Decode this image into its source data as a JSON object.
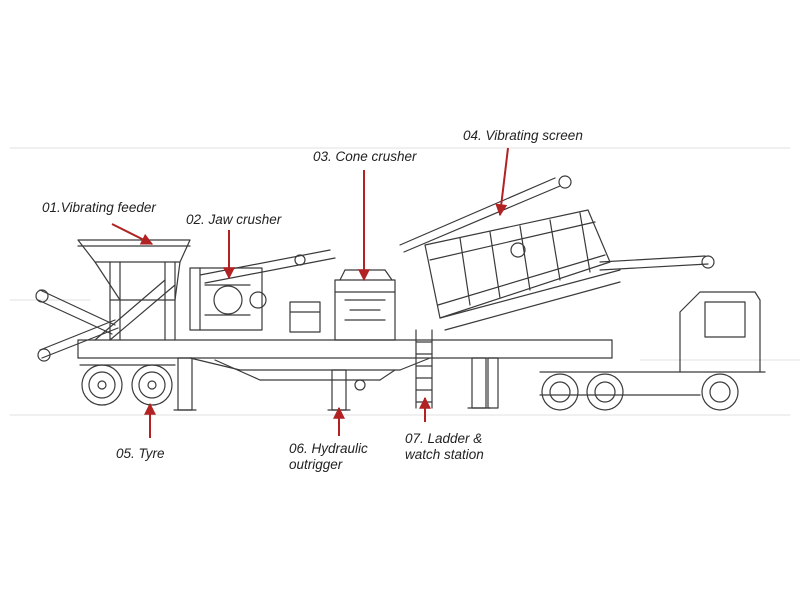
{
  "labels": {
    "vibrating_feeder": "01.Vibrating feeder",
    "jaw_crusher": "02. Jaw crusher",
    "cone_crusher": "03. Cone crusher",
    "vibrating_screen": "04. Vibrating screen",
    "tyre": "05. Tyre",
    "hydraulic_outrigger_1": "06. Hydraulic",
    "hydraulic_outrigger_2": "outrigger",
    "ladder_1": "07. Ladder &",
    "ladder_2": "watch station"
  },
  "colors": {
    "line": "#3a3a3a",
    "faint": "#c8c8c8",
    "arrow": "#b22222",
    "text": "#222222"
  }
}
